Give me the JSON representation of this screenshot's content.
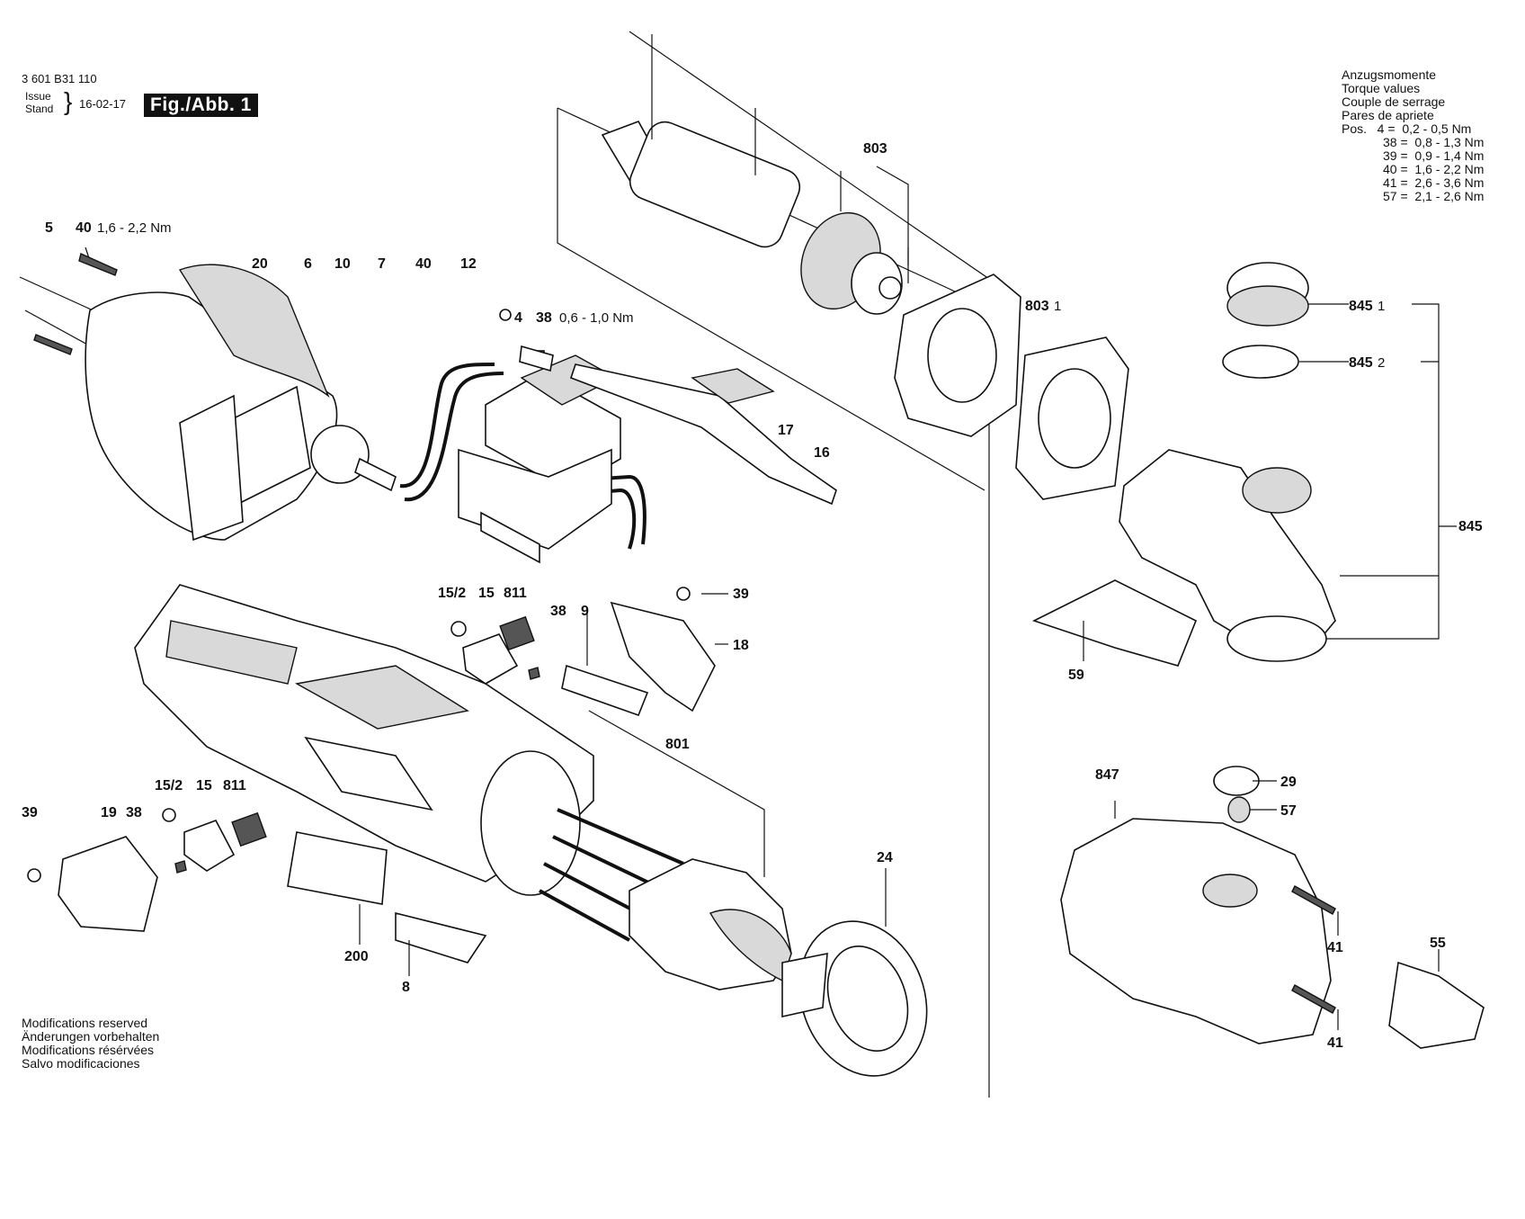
{
  "header": {
    "doc_number": "3 601 B31 110",
    "issue_label": "Issue",
    "stand_label": "Stand",
    "date": "16-02-17",
    "figure": "Fig./Abb. 1"
  },
  "torque_legend": {
    "lines": [
      "Anzugsmomente",
      "Torque values",
      "Couple de serrage",
      "Pares de apriete"
    ],
    "rows": [
      "Pos.   4 =  0,2 - 0,5 Nm",
      "38 =  0,8 - 1,3 Nm",
      "39 =  0,9 - 1,4 Nm",
      "40 =  1,6 - 2,2 Nm",
      "41 =  2,6 - 3,6 Nm",
      "57 =  2,1 - 2,6 Nm"
    ]
  },
  "modifications": [
    "Modifications reserved",
    "Änderungen vorbehalten",
    "Modifications résérvées",
    "Salvo modificaciones"
  ],
  "labels": {
    "p5": "5",
    "p40a": "40",
    "p40a_torque": "1,6 - 2,2 Nm",
    "p20": "20",
    "p6": "6",
    "p10": "10",
    "p7": "7",
    "p40b": "40",
    "p12": "12",
    "p4": "4",
    "p38a": "38",
    "p38a_torque": "0,6 - 1,0 Nm",
    "p803": "803",
    "p803_1": "803",
    "p803_1_sub": "1",
    "p17": "17",
    "p16": "16",
    "p845_1": "845",
    "p845_1_sub": "1",
    "p845_2": "845",
    "p845_2_sub": "2",
    "p845": "845",
    "p15_2a": "15/2",
    "p15a": "15",
    "p811a": "811",
    "p38b": "38",
    "p9": "9",
    "p39a": "39",
    "p18": "18",
    "p59": "59",
    "p801": "801",
    "p39b": "39",
    "p19": "19",
    "p38c": "38",
    "p15_2b": "15/2",
    "p15b": "15",
    "p811b": "811",
    "p200": "200",
    "p8": "8",
    "p24": "24",
    "p847": "847",
    "p29": "29",
    "p57": "57",
    "p41a": "41",
    "p41b": "41",
    "p55": "55"
  }
}
